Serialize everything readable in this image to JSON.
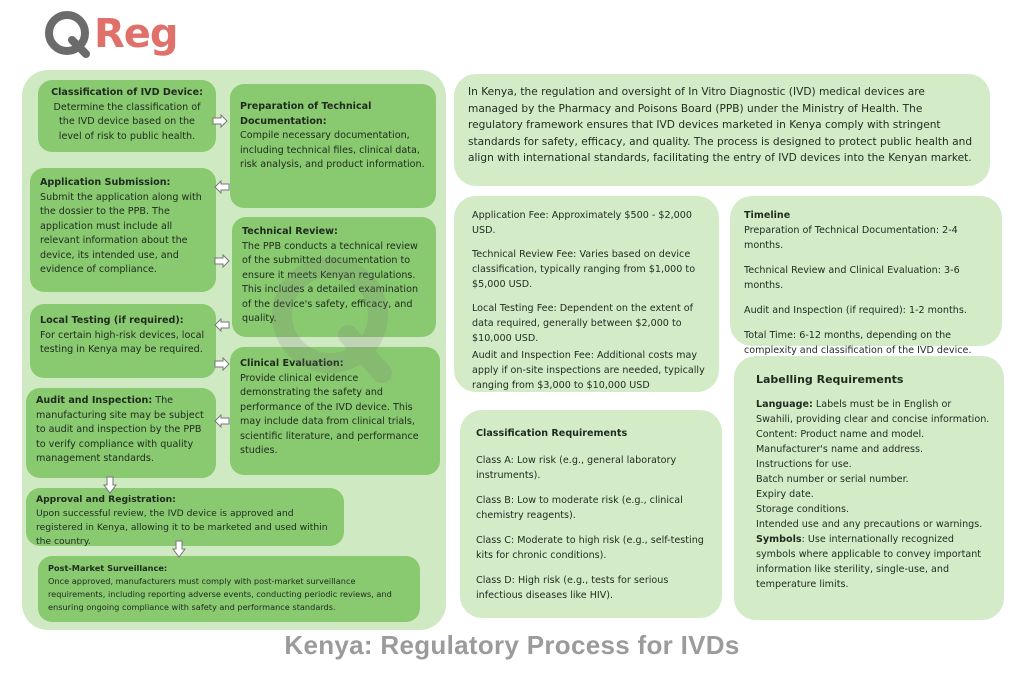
{
  "logo": {
    "text": "Reg"
  },
  "steps": {
    "classification": {
      "title": "Classification of IVD Device:",
      "text": "Determine the classification of the IVD device based on the level of risk to public health."
    },
    "preparation": {
      "title": "Preparation of Technical Documentation:",
      "text": "Compile necessary documentation, including technical files, clinical data, risk analysis, and product information."
    },
    "application": {
      "title": "Application Submission:",
      "text": "Submit the application along with the dossier to the PPB. The application must include all relevant information about the device, its intended use, and evidence of compliance."
    },
    "technical_review": {
      "title": "Technical Review:",
      "text": "The PPB conducts a technical review of the submitted documentation to ensure it meets Kenyan regulations. This includes a detailed examination of the device's safety, efficacy, and quality."
    },
    "local_testing": {
      "title": "Local Testing (if required):",
      "text": "For certain high-risk devices, local testing in Kenya may be required."
    },
    "clinical_evaluation": {
      "title": "Clinical Evaluation:",
      "text": "Provide clinical evidence demonstrating the safety and performance of the IVD device. This may include data from clinical trials, scientific literature, and performance studies."
    },
    "audit": {
      "title": "Audit and Inspection:",
      "text": "The manufacturing site may be subject to audit and inspection by the PPB to verify compliance with quality management standards."
    },
    "approval": {
      "title": "Approval and Registration:",
      "text": "Upon successful review, the IVD device is approved and registered in Kenya, allowing it to be marketed and used within the country."
    },
    "post_market": {
      "title": "Post-Market Surveillance:",
      "text": "Once approved, manufacturers must comply with post-market surveillance requirements, including reporting adverse events, conducting periodic reviews, and ensuring ongoing compliance with safety and performance standards."
    }
  },
  "intro": "In Kenya, the regulation and oversight of In Vitro Diagnostic (IVD) medical devices are managed by the Pharmacy and Poisons Board (PPB) under the Ministry of Health. The regulatory framework ensures that IVD devices marketed in Kenya comply with stringent standards for safety, efficacy, and quality. The process is designed to protect public health and align with international standards, facilitating the entry of IVD devices into the Kenyan market.",
  "fees": {
    "application": "Application Fee: Approximately $500 - $2,000 USD.",
    "technical_review": "Technical Review Fee: Varies based on device classification, typically ranging from $1,000 to $5,000 USD.",
    "local_testing": "Local Testing Fee: Dependent on the extent of data required, generally between $2,000 to $10,000 USD.",
    "audit": "Audit and Inspection Fee: Additional costs may apply if on-site inspections are needed, typically ranging from $3,000 to $10,000 USD"
  },
  "timeline": {
    "title": "Timeline",
    "prep": "Preparation of Technical Documentation: 2-4 months.",
    "review": "Technical Review and Clinical Evaluation: 3-6 months.",
    "audit": "Audit and Inspection (if required): 1-2 months.",
    "total": "Total Time: 6-12 months, depending on the complexity and classification of the IVD device."
  },
  "classification_requirements": {
    "title": "Classification Requirements",
    "class_a": "Class A: Low risk (e.g., general laboratory instruments).",
    "class_b": "Class B: Low to moderate risk (e.g., clinical chemistry reagents).",
    "class_c": "Class C: Moderate to high risk (e.g., self-testing kits for chronic conditions).",
    "class_d": "Class D: High risk (e.g., tests for serious infectious diseases like HIV)."
  },
  "labelling": {
    "title": "Labelling Requirements",
    "language_label": "Language:",
    "language_text": " Labels must be in English or Swahili, providing clear and concise information.",
    "content": "Content: Product name and model.",
    "manufacturer": "Manufacturer's name and address.",
    "instructions": "Instructions for use.",
    "batch": "Batch number or serial number.",
    "expiry": "Expiry date.",
    "storage": "Storage conditions.",
    "intended": "Intended use and any precautions or warnings.",
    "symbols_label": "Symbols",
    "symbols_text": ": Use internationally recognized symbols where applicable to convey important information like sterility, single-use, and temperature limits."
  },
  "footer": "Kenya: Regulatory Process for IVDs",
  "colors": {
    "green_box": "#89c970",
    "panel": "#cfe9c2",
    "logo_q": "#666666",
    "logo_reg": "#e0706a"
  }
}
